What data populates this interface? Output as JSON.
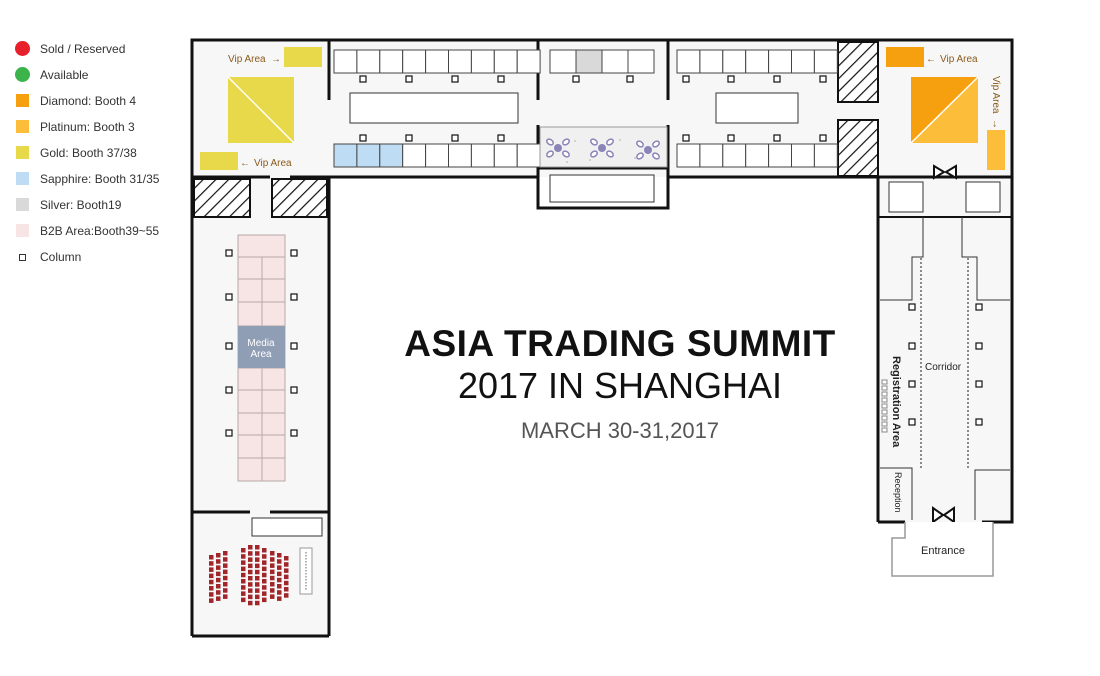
{
  "legend": [
    {
      "label": "Sold / Reserved",
      "color": "#e8202c",
      "shape": "dot"
    },
    {
      "label": "Available",
      "color": "#3cb44b",
      "shape": "dot"
    },
    {
      "label": "Diamond: Booth 4",
      "color": "#f7a00f",
      "shape": "square"
    },
    {
      "label": "Platinum: Booth 3",
      "color": "#fbbd3a",
      "shape": "square"
    },
    {
      "label": "Gold: Booth 37/38",
      "color": "#e8d94a",
      "shape": "square"
    },
    {
      "label": "Sapphire: Booth 31/35",
      "color": "#bfdcf5",
      "shape": "square"
    },
    {
      "label": "Silver: Booth19",
      "color": "#d9d9d9",
      "shape": "square"
    },
    {
      "label": "B2B Area:Booth39~55",
      "color": "#f7e4e4",
      "shape": "square"
    },
    {
      "label": "Column",
      "color": "#ffffff",
      "shape": "column"
    }
  ],
  "title": {
    "line1": "ASIA TRADING SUMMIT",
    "line2": "2017 IN SHANGHAI",
    "line3": "MARCH 30-31,2017"
  },
  "labels": {
    "vip_top_left": "Vip Area",
    "vip_bottom_left": "Vip Area",
    "vip_top_right": "Vip Area",
    "vip_right_vertical": "Vip Area",
    "media_area_1": "Media",
    "media_area_2": "Area",
    "corridor": "Corridor",
    "registration": "Registration Area",
    "reception": "Reception",
    "entrance": "Entrance"
  },
  "colors": {
    "wall": "#111111",
    "gold": "#e8d94a",
    "diamond": "#f7a00f",
    "platinum": "#fbbd3a",
    "sapphire": "#bfdcf5",
    "silver": "#d9d9d9",
    "b2b": "#f7e4e4",
    "media": "#8f9db5",
    "seat": "#a0262a",
    "arrow": "#8a5a1a",
    "furniture": "#8a84b8"
  }
}
